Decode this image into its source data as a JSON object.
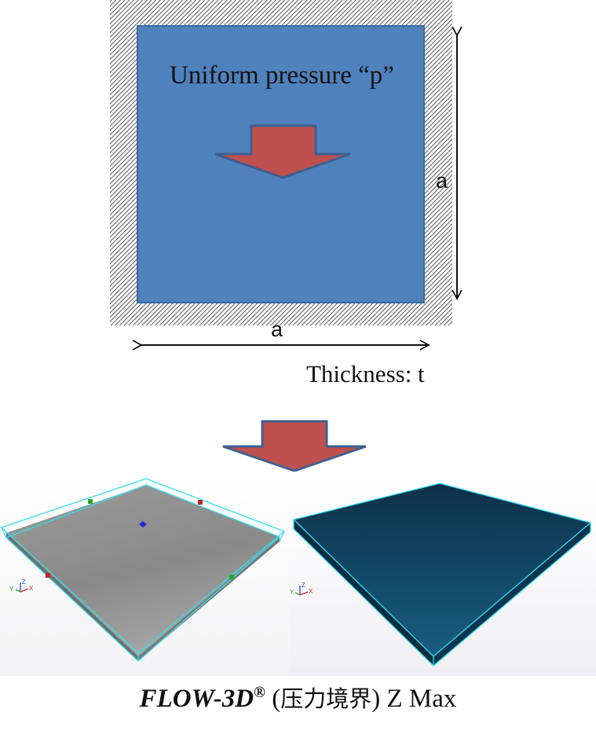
{
  "diagram": {
    "plate_label": "Uniform pressure “p”",
    "dimension_side": "a",
    "dimension_bottom": "a",
    "thickness_label": "Thickness: t",
    "caption": {
      "brand": "FLOW-3D",
      "reg_mark": "®",
      "open_paren": " (",
      "cjk": "压力境界",
      "rest": ") Z Max"
    },
    "axis_labels": {
      "x": "X",
      "y": "Y",
      "z": "Z"
    },
    "colors": {
      "plate_blue": "#4f81bd",
      "plate_border": "#3a6aa0",
      "arrow_fill": "#c0504d",
      "arrow_stroke": "#3f5f8f",
      "sim_plate_grey": "#8e8e8e",
      "sim_plate_dark": "#0f3c55",
      "wireframe_cyan": "#33e0ee"
    },
    "icons": {
      "pressure_arrow": "down-arrow-icon",
      "transition_arrow": "down-arrow-icon",
      "axis_triad": "axis-triad-icon"
    }
  }
}
